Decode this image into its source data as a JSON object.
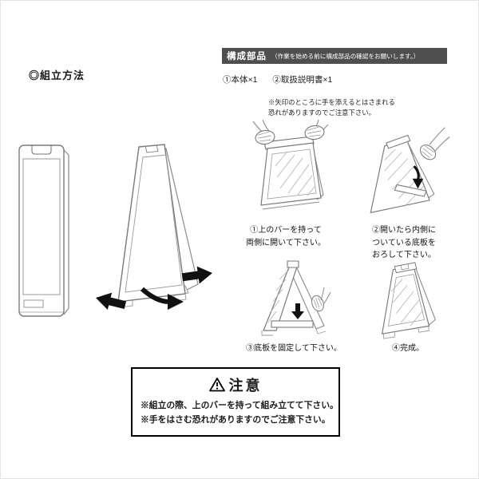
{
  "title": "◎組立方法",
  "parts": {
    "header": "構成部品",
    "header_note": "（作業を始める前に構成部品の確認をお願いします。）",
    "items": [
      "①本体×1",
      "②取扱説明書×1"
    ]
  },
  "pinch_note": "※矢印のところに手を添えるとはさまれる\n恐れがありますのでご注意下さい。",
  "steps": [
    {
      "caption": "①上のバーを持って\n両側に開いて下さい。"
    },
    {
      "caption": "②開いたら内側に\nついている底板を\nおろして下さい。"
    },
    {
      "caption": "③底板を固定して下さい。"
    },
    {
      "caption": "④完成。"
    }
  ],
  "warning": {
    "title": "注意",
    "lines": [
      "※組立の際、上のバーを持って組み立てて下さい。",
      "※手をはさむ恐れがありますのでご注意下さい。"
    ]
  },
  "colors": {
    "parts_header_bg": "#4f4f4f",
    "line_art": "#7a7a7a",
    "arrow": "#111111",
    "warning_border": "#000000"
  }
}
